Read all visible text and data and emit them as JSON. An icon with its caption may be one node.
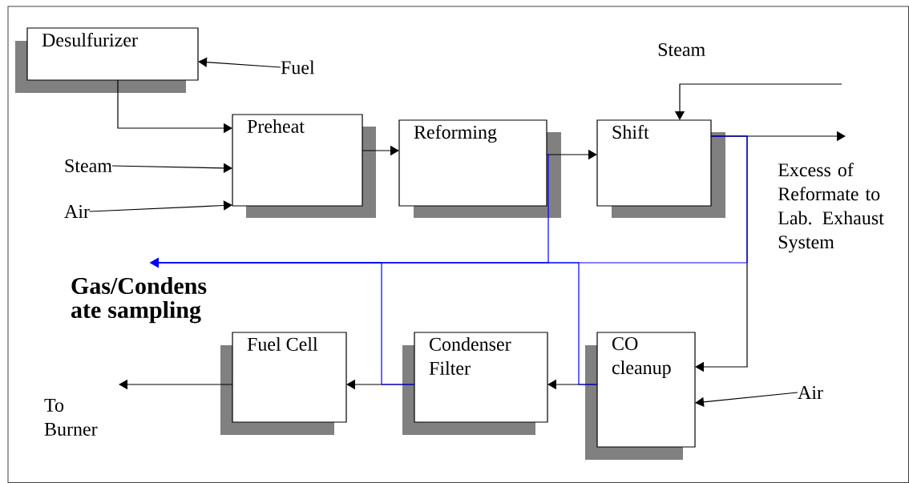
{
  "diagram": {
    "nodes": [
      {
        "text": [
          "Desulfurizer"
        ]
      },
      {
        "text": [
          "Preheat"
        ]
      },
      {
        "text": [
          "Reforming"
        ]
      },
      {
        "text": [
          "Shift"
        ]
      },
      {
        "text": [
          "Fuel Cell"
        ]
      },
      {
        "text": [
          "Condenser Filter"
        ]
      },
      {
        "text": [
          "CO cleanup"
        ]
      },
      {
        "text": [
          "Fuel"
        ]
      },
      {
        "text": [
          "Steam"
        ]
      },
      {
        "text": [
          "Air"
        ]
      },
      {
        "text": [
          "Air"
        ]
      },
      {
        "text": [
          "To Burner"
        ]
      },
      {
        "text": [
          "Gas/Condens ate sampling"
        ]
      }
    ],
    "edges": [
      {
        "from": 7,
        "to": 0,
        "arrow": "to"
      },
      {
        "from": 0,
        "to": 1,
        "arrow": "to"
      },
      {
        "from": 8,
        "to": 1,
        "arrow": "to"
      },
      {
        "from": 9,
        "to": 1,
        "arrow": "to"
      },
      {
        "from": 1,
        "to": 2,
        "arrow": "to"
      },
      {
        "from": 2,
        "to": 3,
        "arrow": "to"
      },
      {
        "from": null,
        "to": 3,
        "arrow": "to"
      },
      {
        "from": 3,
        "to": null,
        "arrow": "to"
      },
      {
        "from": 3,
        "to": 6,
        "arrow": "to"
      },
      {
        "from": 10,
        "to": 6,
        "arrow": "to"
      },
      {
        "from": 6,
        "to": 5,
        "arrow": "to"
      },
      {
        "from": 5,
        "to": 4,
        "arrow": "to"
      },
      {
        "from": 4,
        "to": 11,
        "arrow": "to"
      },
      {
        "from": 2,
        "to": 12,
        "arrow": "to",
        "color": "#0000ff"
      },
      {
        "from": 3,
        "to": 12,
        "arrow": "to",
        "color": "#0000ff"
      },
      {
        "from": 6,
        "to": 12,
        "arrow": "to",
        "color": "#0000ff"
      },
      {
        "from": 5,
        "to": 12,
        "arrow": "to",
        "color": "#0000ff"
      }
    ],
    "labels": [
      "Steam",
      "Excess of Reformate to Lab. Exhaust System"
    ]
  }
}
